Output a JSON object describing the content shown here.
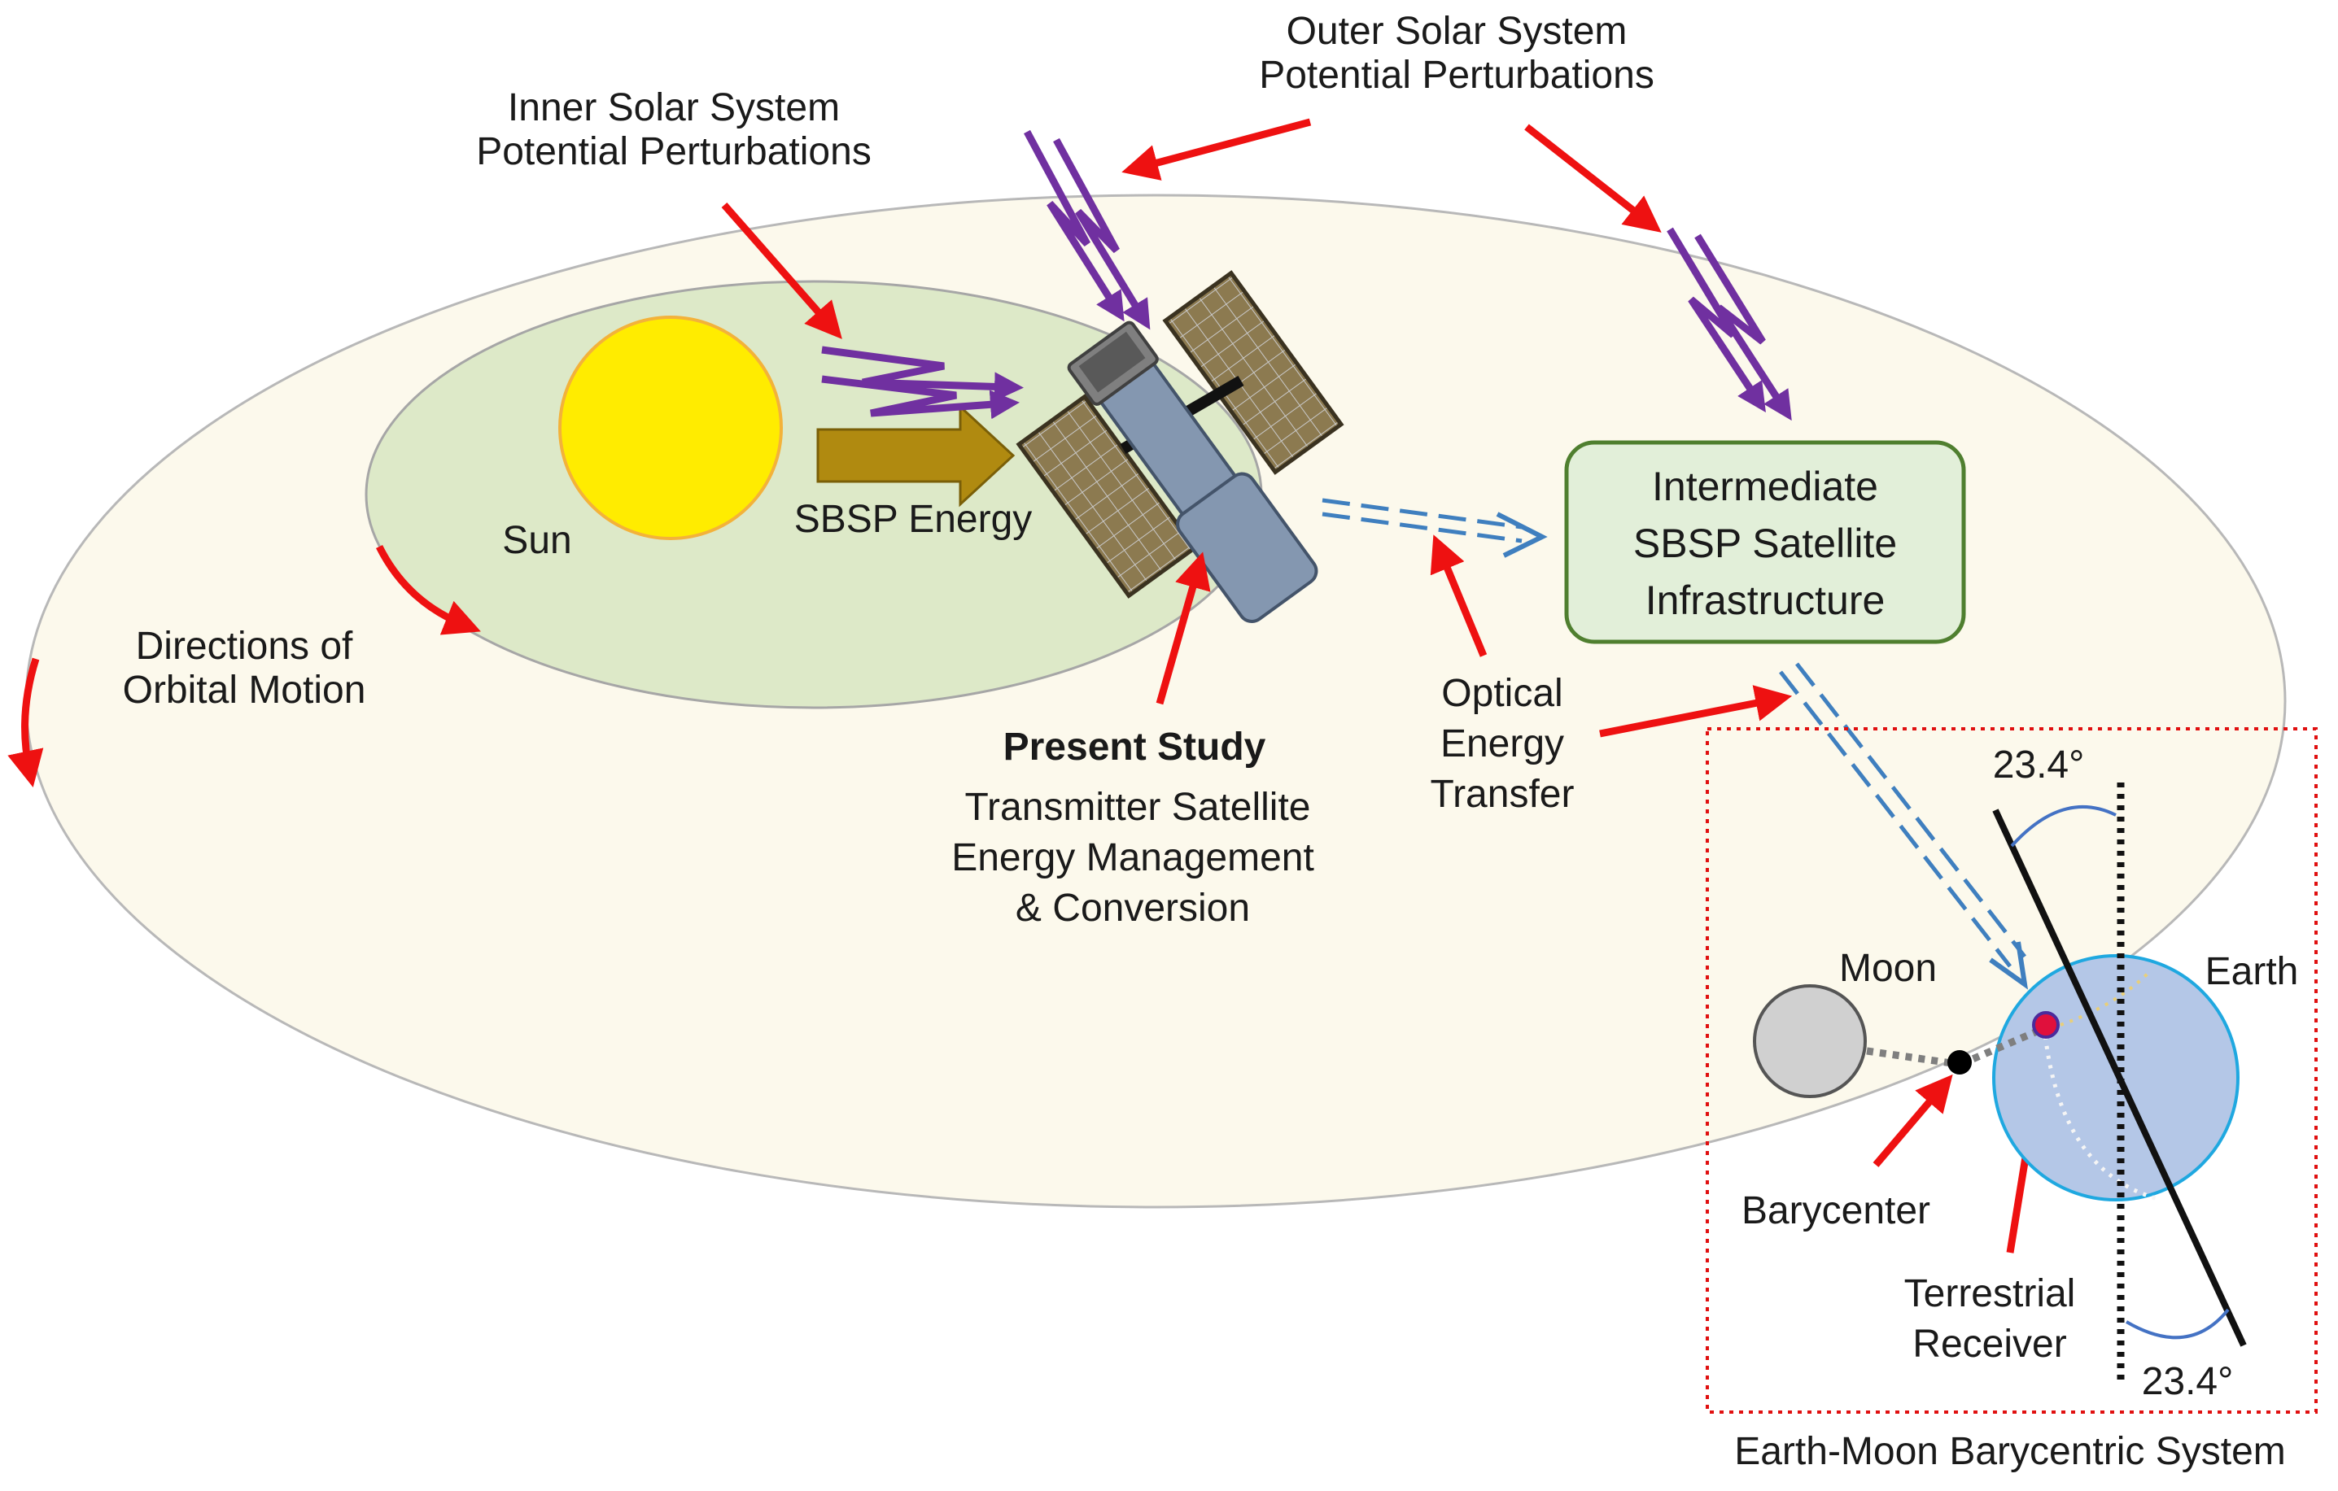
{
  "labels": {
    "outer_line1": "Outer Solar System",
    "outer_line2": "Potential Perturbations",
    "inner_line1": "Inner Solar System",
    "inner_line2": "Potential Perturbations",
    "sun": "Sun",
    "sbsp_energy": "SBSP Energy",
    "directions_line1": "Directions of",
    "directions_line2": "Orbital Motion",
    "present_study": "Present Study",
    "transmitter_line1": "Transmitter Satellite",
    "transmitter_line2": "Energy Management",
    "transmitter_line3": "& Conversion",
    "optical_line1": "Optical",
    "optical_line2": "Energy",
    "optical_line3": "Transfer",
    "intermediate_line1": "Intermediate",
    "intermediate_line2": "SBSP Satellite",
    "intermediate_line3": "Infrastructure",
    "moon": "Moon",
    "earth": "Earth",
    "barycenter": "Barycenter",
    "terrestrial_line1": "Terrestrial",
    "terrestrial_line2": "Receiver",
    "tilt_top": "23.4°",
    "tilt_bottom": "23.4°",
    "system_caption": "Earth-Moon Barycentric System"
  },
  "colors": {
    "outer_orbit_fill": "#fcf9ec",
    "inner_orbit_fill": "#dde9c8",
    "sun_fill": "#ffec00",
    "perturbation": "#7030a0",
    "pointer": "#ee1111",
    "energy_arrow": "#b08a10",
    "optical_beam": "#3f7fbf",
    "box_fill": "#e2efd9",
    "box_border": "#4f7f2f",
    "earth_fill": "#b4c7e7",
    "earth_border": "#1fa8e0",
    "moon_fill": "#d0d0d0",
    "receiver": "#e0103c",
    "satellite_body": "#8497b0",
    "panel": "#8c7a50"
  }
}
